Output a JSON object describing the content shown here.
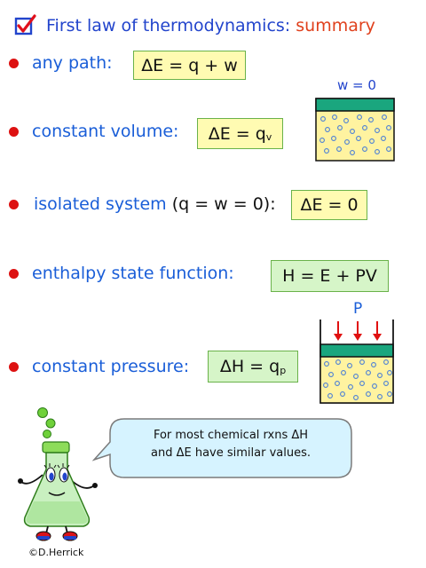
{
  "title": {
    "main": "First law of thermodynamics:",
    "accent": "summary"
  },
  "rows": [
    {
      "label": "any path:",
      "equation": "ΔE = q + w"
    },
    {
      "label": "constant volume:",
      "equation_main": "ΔE = q",
      "equation_sub": "v"
    },
    {
      "label": "isolated system",
      "paren": "(q = w = 0):",
      "equation": "ΔE = 0"
    },
    {
      "label": "enthalpy state function:",
      "equation": "H = E + PV"
    },
    {
      "label": "constant pressure:",
      "equation_main": "ΔH = q",
      "equation_sub": "p"
    }
  ],
  "diagrams": {
    "volume_label": "w = 0",
    "pressure_label": "P"
  },
  "callout": {
    "line1": "For most chemical rxns ΔH",
    "line2": "and ΔE have similar values."
  },
  "credit": "©D.Herrick",
  "colors": {
    "label_blue": "#1a5ed8",
    "accent_red": "#e0401c",
    "bullet_red": "#dd1111",
    "box_yellow": "#fffbb2",
    "box_green": "#d6f5c8",
    "piston_teal": "#1aa67e",
    "gas_yellow": "#fff3a0"
  },
  "icons": {
    "checkbox": "checked-box-icon",
    "bullet": "red-dot-icon",
    "mascot": "flask-mascot-icon",
    "arrow": "red-down-arrow-icon"
  }
}
